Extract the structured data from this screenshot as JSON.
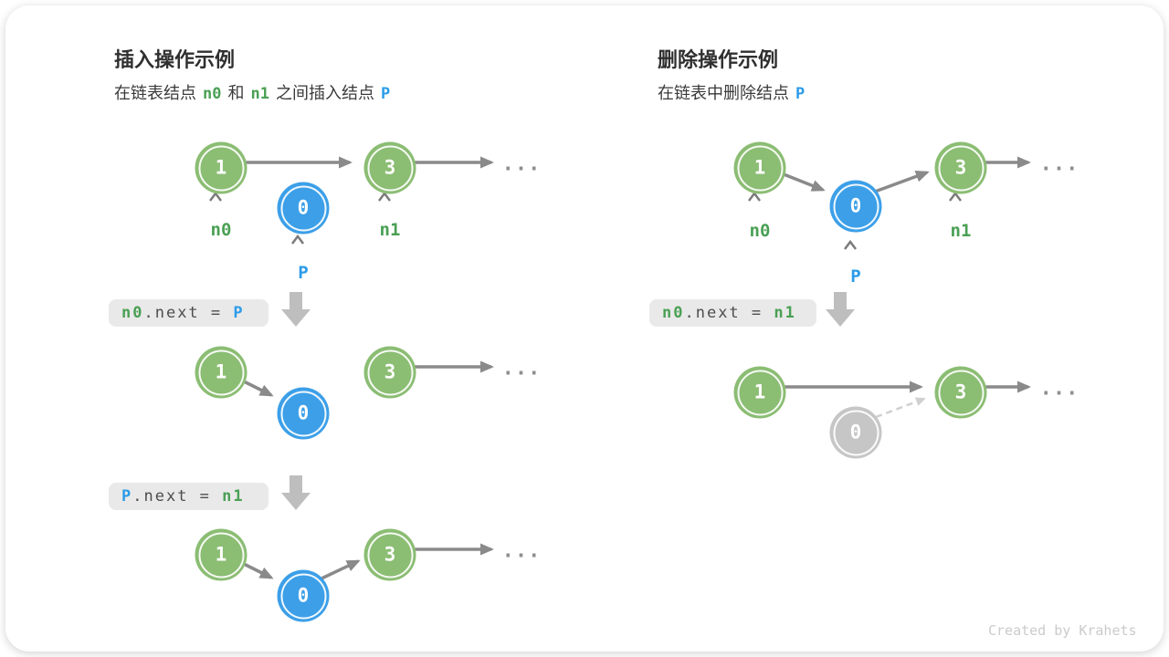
{
  "credit": "Created by Krahets",
  "colors": {
    "node_green": "#8BBD73",
    "node_blue": "#3C9FE8",
    "node_gray": "#C6C6C6",
    "text_green": "#4AA054",
    "text_blue": "#2B9BE8",
    "arrow_gray": "#8A8A8A",
    "block_arrow_gray": "#BEBEBE",
    "code_box_bg": "#E9E9E9",
    "dashed_gray": "#D0D0D0"
  },
  "shared": {
    "ellipsis": "...",
    "node_values": {
      "first": "1",
      "p": "0",
      "second": "3"
    },
    "labels": {
      "n0": "n0",
      "n1": "n1",
      "p": "P"
    }
  },
  "insert_panel": {
    "title": "插入操作示例",
    "subtitle": {
      "part1": "在链表结点",
      "n0": "n0",
      "part2": "和",
      "n1": "n1",
      "part3": "之间插入结点",
      "p": "P"
    },
    "code_step1": {
      "lhs": "n0",
      "op": ".next = ",
      "rhs": "P"
    },
    "code_step2": {
      "lhs": "P",
      "op": ".next = ",
      "rhs": "n1"
    }
  },
  "delete_panel": {
    "title": "删除操作示例",
    "subtitle": {
      "part1": "在链表中删除结点",
      "p": "P"
    },
    "code_step1": {
      "lhs": "n0",
      "op": ".next = ",
      "rhs": "n1"
    }
  }
}
